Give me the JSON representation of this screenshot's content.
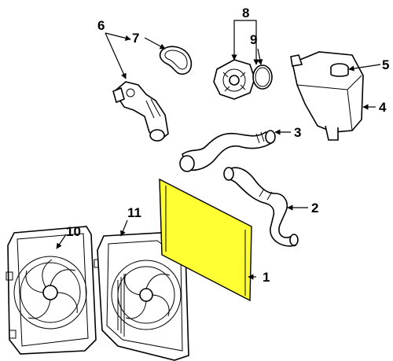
{
  "callouts": {
    "c1": "1",
    "c2": "2",
    "c3": "3",
    "c4": "4",
    "c5": "5",
    "c6": "6",
    "c7": "7",
    "c8": "8",
    "c9": "9",
    "c10": "10",
    "c11": "11"
  },
  "colors": {
    "highlight": "#ffff33",
    "line": "#000000"
  }
}
